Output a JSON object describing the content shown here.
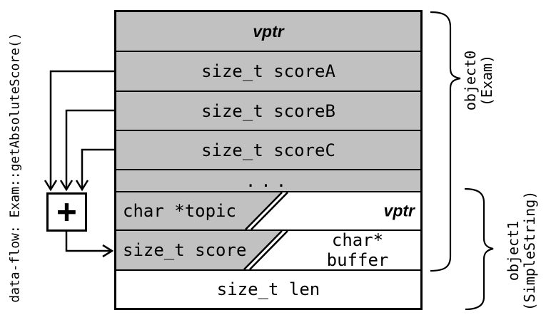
{
  "side_note": {
    "text": "data-flow: Exam::getAbsoluteScore()"
  },
  "adder": {
    "symbol": "+"
  },
  "box": {
    "rows": [
      {
        "label": "vptr"
      },
      {
        "label": "size_t scoreA"
      },
      {
        "label": "size_t scoreB"
      },
      {
        "label": "size_t scoreC"
      },
      {
        "label": "..."
      },
      {
        "left": "char *topic",
        "right": "vptr"
      },
      {
        "left": "size_t score",
        "right": "char* buffer"
      },
      {
        "label": "size_t len"
      }
    ]
  },
  "braces": {
    "object0": {
      "name": "object0",
      "type": "(Exam)"
    },
    "object1": {
      "name": "object1",
      "type": "(SimpleString)"
    }
  },
  "colors": {
    "cell_gray": "#c1c1c1",
    "line": "#000000",
    "background": "#ffffff"
  }
}
